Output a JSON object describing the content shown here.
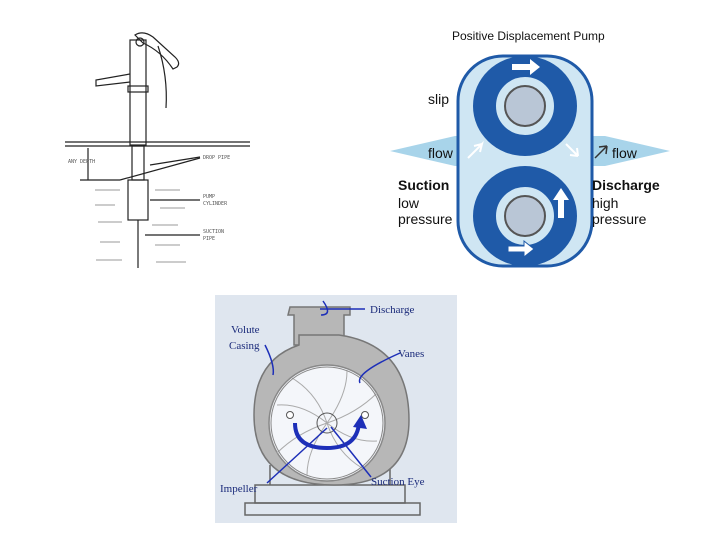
{
  "hand_pump": {
    "label_1": "ANY DEPTH",
    "label_2": "DROP PIPE",
    "label_3": "PUMP",
    "label_3b": "CYLINDER",
    "label_4": "SUCTION",
    "label_4b": "PIPE"
  },
  "pd_pump": {
    "title": "Positive Displacement Pump",
    "slip": "slip",
    "flow_left": "flow",
    "flow_right": "flow",
    "suction": "Suction",
    "suction_sub1": "low",
    "suction_sub2": "pressure",
    "discharge": "Discharge",
    "discharge_sub1": "high",
    "discharge_sub2": "pressure",
    "colors": {
      "blue": "#1f5aa8",
      "light": "#cfe6f3",
      "flow": "#a8d4ea"
    }
  },
  "centrifugal": {
    "discharge": "Discharge",
    "volute": "Volute",
    "casing": "Casing",
    "vanes": "Vanes",
    "impeller": "Impeller",
    "suction_eye": "Suction Eye",
    "colors": {
      "casing": "#b7b7b7",
      "arrow": "#1d2fb8",
      "label": "#1a2a7a"
    }
  }
}
